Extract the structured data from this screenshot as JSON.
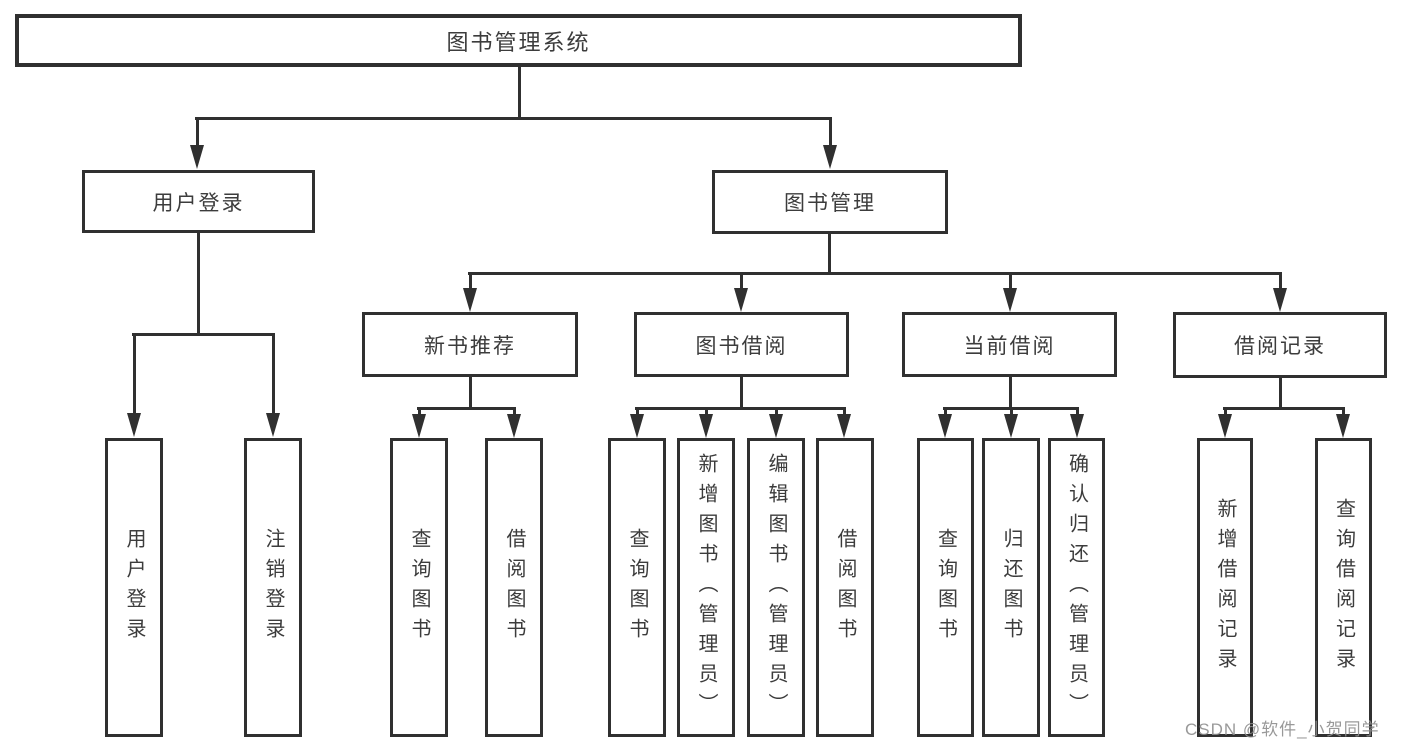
{
  "diagram": {
    "root": "图书管理系统",
    "branches": [
      {
        "label": "用户登录",
        "children": [
          "用户登录",
          "注销登录"
        ]
      },
      {
        "label": "图书管理",
        "groups": [
          {
            "label": "新书推荐",
            "children": [
              "查询图书",
              "借阅图书"
            ]
          },
          {
            "label": "图书借阅",
            "children": [
              "查询图书",
              "新增图书（管理员）",
              "编辑图书（管理员）",
              "借阅图书"
            ]
          },
          {
            "label": "当前借阅",
            "children": [
              "查询图书",
              "归还图书",
              "确认归还（管理员）"
            ]
          },
          {
            "label": "借阅记录",
            "children": [
              "新增借阅记录",
              "查询借阅记录"
            ]
          }
        ]
      }
    ],
    "watermark": "CSDN @软件_小贺同学",
    "colors": {
      "line": "#303030",
      "text": "#3c3c3c",
      "watermark": "#8f8f8f",
      "background": "#ffffff"
    }
  }
}
